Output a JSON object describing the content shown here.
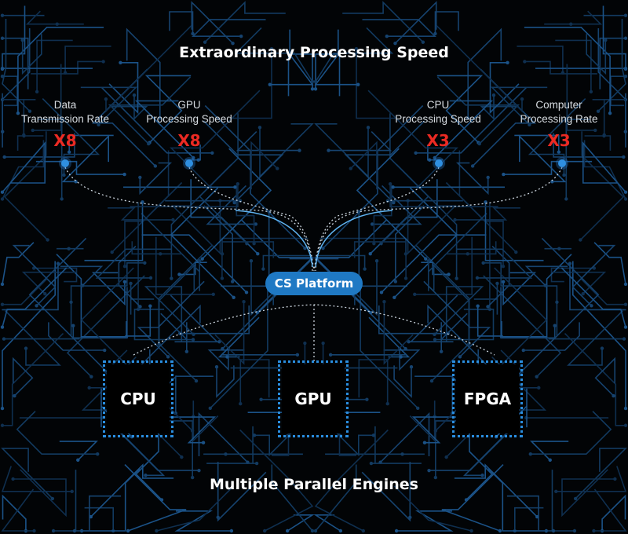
{
  "title": "Extraordinary Processing Speed",
  "subtitle": "Multiple Parallel Engines",
  "metrics": [
    {
      "label1": "Data",
      "label2": "Transmission Rate",
      "value": "X8"
    },
    {
      "label1": "GPU",
      "label2": "Processing Speed",
      "value": "X8"
    },
    {
      "label1": "CPU",
      "label2": "Processing Speed",
      "value": "X3"
    },
    {
      "label1": "Computer",
      "label2": "Processing Rate",
      "value": "X3"
    }
  ],
  "platform": "CS Platform",
  "chips": [
    "CPU",
    "GPU",
    "FPGA"
  ],
  "colors": {
    "accent": "#1f79c4",
    "value": "#ec2a23",
    "trace": "#16406a"
  }
}
